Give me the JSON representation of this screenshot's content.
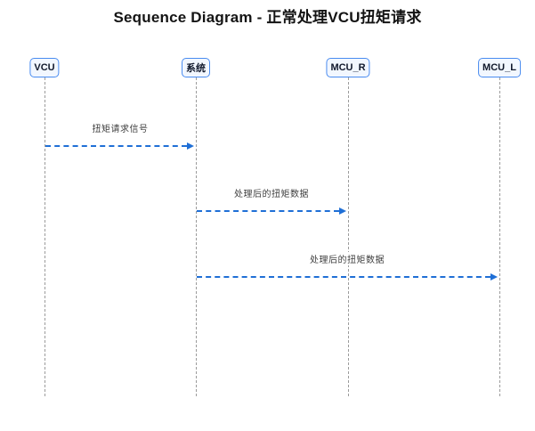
{
  "title": "Sequence Diagram - 正常处理VCU扭矩请求",
  "colors": {
    "arrow": "#1f6fd6",
    "actor_border": "#4a8cf0",
    "actor_fill": "#f2f7ff",
    "lifeline": "#9b9b9b",
    "title_text": "#141414",
    "label_text": "#3d3d3d"
  },
  "diagram": {
    "type": "sequence",
    "actors": [
      {
        "label": "VCU"
      },
      {
        "label": "系统"
      },
      {
        "label": "MCU_R"
      },
      {
        "label": "MCU_L"
      }
    ],
    "messages": [
      {
        "label": "扭矩请求信号",
        "from": "VCU",
        "to": "系统",
        "line_style": "dashed"
      },
      {
        "label": "处理后的扭矩数据",
        "from": "系统",
        "to": "MCU_R",
        "line_style": "dashed"
      },
      {
        "label": "处理后的扭矩数据",
        "from": "系统",
        "to": "MCU_L",
        "line_style": "dashed"
      }
    ]
  }
}
